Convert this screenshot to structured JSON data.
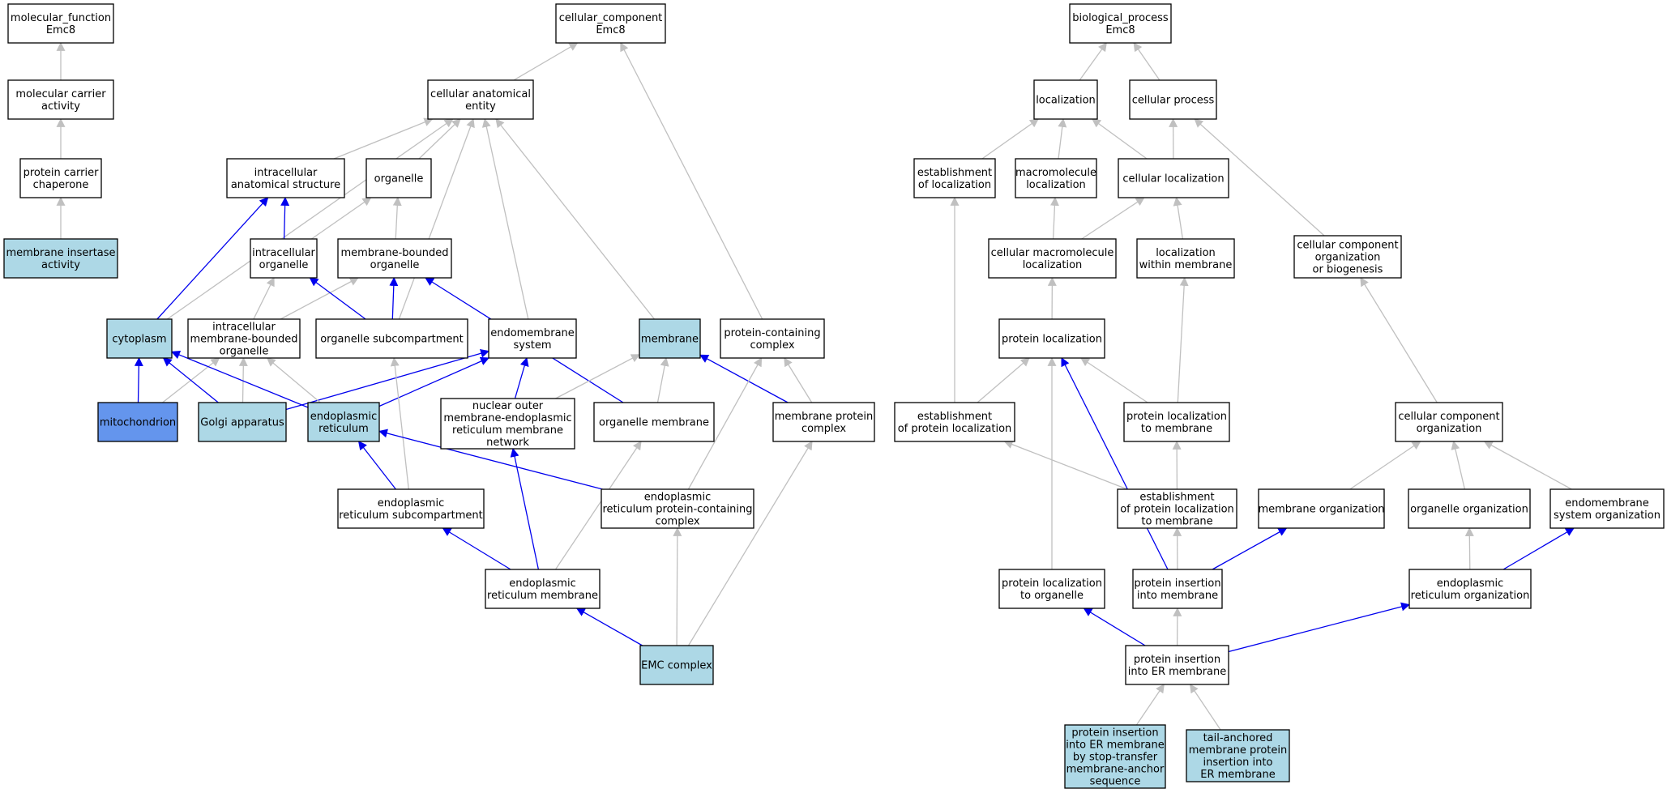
{
  "colors": {
    "node_default": "#ffffff",
    "node_annotated": "#add8e6",
    "node_highlight": "#6495ed",
    "edge_default": "#c0c0c0",
    "edge_highlight": "#0000ee",
    "node_border": "#000000"
  },
  "nodes": [
    {
      "id": "mf",
      "lines": [
        "molecular_function",
        "Emc8"
      ],
      "fill": "white"
    },
    {
      "id": "mca",
      "lines": [
        "molecular carrier",
        "activity"
      ],
      "fill": "white"
    },
    {
      "id": "pcc",
      "lines": [
        "protein carrier",
        "chaperone"
      ],
      "fill": "white"
    },
    {
      "id": "mia",
      "lines": [
        "membrane insertase",
        "activity"
      ],
      "fill": "annotated"
    },
    {
      "id": "cc",
      "lines": [
        "cellular_component",
        "Emc8"
      ],
      "fill": "white"
    },
    {
      "id": "cae",
      "lines": [
        "cellular anatomical",
        "entity"
      ],
      "fill": "white"
    },
    {
      "id": "ias",
      "lines": [
        "intracellular",
        "anatomical structure"
      ],
      "fill": "white"
    },
    {
      "id": "org",
      "lines": [
        "organelle"
      ],
      "fill": "white"
    },
    {
      "id": "io",
      "lines": [
        "intracellular",
        "organelle"
      ],
      "fill": "white"
    },
    {
      "id": "mbo",
      "lines": [
        "membrane-bounded",
        "organelle"
      ],
      "fill": "white"
    },
    {
      "id": "cyt",
      "lines": [
        "cytoplasm"
      ],
      "fill": "annotated"
    },
    {
      "id": "imbo",
      "lines": [
        "intracellular",
        "membrane-bounded",
        "organelle"
      ],
      "fill": "white"
    },
    {
      "id": "osc",
      "lines": [
        "organelle subcompartment"
      ],
      "fill": "white"
    },
    {
      "id": "ems",
      "lines": [
        "endomembrane",
        "system"
      ],
      "fill": "white"
    },
    {
      "id": "mem",
      "lines": [
        "membrane"
      ],
      "fill": "annotated"
    },
    {
      "id": "pcx",
      "lines": [
        "protein-containing",
        "complex"
      ],
      "fill": "white"
    },
    {
      "id": "mito",
      "lines": [
        "mitochondrion"
      ],
      "fill": "highlight"
    },
    {
      "id": "golgi",
      "lines": [
        "Golgi apparatus"
      ],
      "fill": "annotated"
    },
    {
      "id": "er",
      "lines": [
        "endoplasmic",
        "reticulum"
      ],
      "fill": "annotated"
    },
    {
      "id": "nom",
      "lines": [
        "nuclear outer",
        "membrane-endoplasmic",
        "reticulum membrane",
        "network"
      ],
      "fill": "white"
    },
    {
      "id": "om",
      "lines": [
        "organelle membrane"
      ],
      "fill": "white"
    },
    {
      "id": "mpc",
      "lines": [
        "membrane protein",
        "complex"
      ],
      "fill": "white"
    },
    {
      "id": "ersc",
      "lines": [
        "endoplasmic",
        "reticulum subcompartment"
      ],
      "fill": "white"
    },
    {
      "id": "erpc",
      "lines": [
        "endoplasmic",
        "reticulum protein-containing",
        "complex"
      ],
      "fill": "white"
    },
    {
      "id": "erm",
      "lines": [
        "endoplasmic",
        "reticulum membrane"
      ],
      "fill": "white"
    },
    {
      "id": "emc",
      "lines": [
        "EMC complex"
      ],
      "fill": "annotated"
    },
    {
      "id": "bp",
      "lines": [
        "biological_process",
        "Emc8"
      ],
      "fill": "white"
    },
    {
      "id": "loc",
      "lines": [
        "localization"
      ],
      "fill": "white"
    },
    {
      "id": "cp",
      "lines": [
        "cellular process"
      ],
      "fill": "white"
    },
    {
      "id": "eol",
      "lines": [
        "establishment",
        "of localization"
      ],
      "fill": "white"
    },
    {
      "id": "mml",
      "lines": [
        "macromolecule",
        "localization"
      ],
      "fill": "white"
    },
    {
      "id": "cl",
      "lines": [
        "cellular localization"
      ],
      "fill": "white"
    },
    {
      "id": "cmml",
      "lines": [
        "cellular macromolecule",
        "localization"
      ],
      "fill": "white"
    },
    {
      "id": "lwm",
      "lines": [
        "localization",
        "within membrane"
      ],
      "fill": "white"
    },
    {
      "id": "ccob",
      "lines": [
        "cellular component",
        "organization",
        "or biogenesis"
      ],
      "fill": "white"
    },
    {
      "id": "pl",
      "lines": [
        "protein localization"
      ],
      "fill": "white"
    },
    {
      "id": "epl",
      "lines": [
        "establishment",
        "of protein localization"
      ],
      "fill": "white"
    },
    {
      "id": "pltm",
      "lines": [
        "protein localization",
        "to membrane"
      ],
      "fill": "white"
    },
    {
      "id": "cco",
      "lines": [
        "cellular component",
        "organization"
      ],
      "fill": "white"
    },
    {
      "id": "epltm",
      "lines": [
        "establishment",
        "of protein localization",
        "to membrane"
      ],
      "fill": "white"
    },
    {
      "id": "mo",
      "lines": [
        "membrane organization"
      ],
      "fill": "white"
    },
    {
      "id": "oo",
      "lines": [
        "organelle organization"
      ],
      "fill": "white"
    },
    {
      "id": "emso",
      "lines": [
        "endomembrane",
        "system organization"
      ],
      "fill": "white"
    },
    {
      "id": "plto",
      "lines": [
        "protein localization",
        "to organelle"
      ],
      "fill": "white"
    },
    {
      "id": "pim",
      "lines": [
        "protein insertion",
        "into membrane"
      ],
      "fill": "white"
    },
    {
      "id": "ero",
      "lines": [
        "endoplasmic",
        "reticulum organization"
      ],
      "fill": "white"
    },
    {
      "id": "pierm",
      "lines": [
        "protein insertion",
        "into ER membrane"
      ],
      "fill": "white"
    },
    {
      "id": "piest",
      "lines": [
        "protein insertion",
        "into ER membrane",
        "by stop-transfer",
        "membrane-anchor",
        "sequence"
      ],
      "fill": "annotated"
    },
    {
      "id": "tamp",
      "lines": [
        "tail-anchored",
        "membrane protein",
        "insertion into",
        "ER membrane"
      ],
      "fill": "annotated"
    }
  ],
  "edges": [
    {
      "from": "mca",
      "to": "mf",
      "kind": "default"
    },
    {
      "from": "pcc",
      "to": "mca",
      "kind": "default"
    },
    {
      "from": "mia",
      "to": "pcc",
      "kind": "default"
    },
    {
      "from": "cae",
      "to": "cc",
      "kind": "default"
    },
    {
      "from": "pcx",
      "to": "cc",
      "kind": "default"
    },
    {
      "from": "ias",
      "to": "cae",
      "kind": "default"
    },
    {
      "from": "org",
      "to": "cae",
      "kind": "default"
    },
    {
      "from": "cyt",
      "to": "cae",
      "kind": "default"
    },
    {
      "from": "osc",
      "to": "cae",
      "kind": "default"
    },
    {
      "from": "ems",
      "to": "cae",
      "kind": "default"
    },
    {
      "from": "mem",
      "to": "cae",
      "kind": "default"
    },
    {
      "from": "io",
      "to": "ias",
      "kind": "highlight"
    },
    {
      "from": "io",
      "to": "org",
      "kind": "default"
    },
    {
      "from": "mbo",
      "to": "org",
      "kind": "default"
    },
    {
      "from": "cyt",
      "to": "ias",
      "kind": "highlight"
    },
    {
      "from": "imbo",
      "to": "io",
      "kind": "default"
    },
    {
      "from": "imbo",
      "to": "mbo",
      "kind": "default"
    },
    {
      "from": "osc",
      "to": "io",
      "kind": "highlight"
    },
    {
      "from": "osc",
      "to": "mbo",
      "kind": "highlight"
    },
    {
      "from": "om",
      "to": "mbo",
      "kind": "highlight"
    },
    {
      "from": "mito",
      "to": "cyt",
      "kind": "highlight"
    },
    {
      "from": "mito",
      "to": "imbo",
      "kind": "default"
    },
    {
      "from": "golgi",
      "to": "cyt",
      "kind": "highlight"
    },
    {
      "from": "golgi",
      "to": "imbo",
      "kind": "default"
    },
    {
      "from": "golgi",
      "to": "ems",
      "kind": "highlight"
    },
    {
      "from": "er",
      "to": "cyt",
      "kind": "highlight"
    },
    {
      "from": "er",
      "to": "imbo",
      "kind": "default"
    },
    {
      "from": "er",
      "to": "ems",
      "kind": "highlight"
    },
    {
      "from": "nom",
      "to": "ems",
      "kind": "highlight"
    },
    {
      "from": "nom",
      "to": "mem",
      "kind": "default"
    },
    {
      "from": "om",
      "to": "mem",
      "kind": "default"
    },
    {
      "from": "mpc",
      "to": "mem",
      "kind": "highlight"
    },
    {
      "from": "mpc",
      "to": "pcx",
      "kind": "default"
    },
    {
      "from": "ersc",
      "to": "er",
      "kind": "highlight"
    },
    {
      "from": "ersc",
      "to": "osc",
      "kind": "default"
    },
    {
      "from": "erpc",
      "to": "er",
      "kind": "highlight"
    },
    {
      "from": "erpc",
      "to": "pcx",
      "kind": "default"
    },
    {
      "from": "erm",
      "to": "ersc",
      "kind": "highlight"
    },
    {
      "from": "erm",
      "to": "nom",
      "kind": "highlight"
    },
    {
      "from": "erm",
      "to": "om",
      "kind": "default"
    },
    {
      "from": "emc",
      "to": "erm",
      "kind": "highlight"
    },
    {
      "from": "emc",
      "to": "erpc",
      "kind": "default"
    },
    {
      "from": "emc",
      "to": "mpc",
      "kind": "default"
    },
    {
      "from": "loc",
      "to": "bp",
      "kind": "default"
    },
    {
      "from": "cp",
      "to": "bp",
      "kind": "default"
    },
    {
      "from": "eol",
      "to": "loc",
      "kind": "default"
    },
    {
      "from": "mml",
      "to": "loc",
      "kind": "default"
    },
    {
      "from": "cl",
      "to": "loc",
      "kind": "default"
    },
    {
      "from": "cl",
      "to": "cp",
      "kind": "default"
    },
    {
      "from": "ccob",
      "to": "cp",
      "kind": "default"
    },
    {
      "from": "cmml",
      "to": "mml",
      "kind": "default"
    },
    {
      "from": "cmml",
      "to": "cl",
      "kind": "default"
    },
    {
      "from": "lwm",
      "to": "cl",
      "kind": "default"
    },
    {
      "from": "pl",
      "to": "cmml",
      "kind": "default"
    },
    {
      "from": "epl",
      "to": "eol",
      "kind": "default"
    },
    {
      "from": "epl",
      "to": "pl",
      "kind": "default"
    },
    {
      "from": "pltm",
      "to": "pl",
      "kind": "default"
    },
    {
      "from": "pltm",
      "to": "lwm",
      "kind": "default"
    },
    {
      "from": "cco",
      "to": "ccob",
      "kind": "default"
    },
    {
      "from": "epltm",
      "to": "epl",
      "kind": "default"
    },
    {
      "from": "epltm",
      "to": "pltm",
      "kind": "default"
    },
    {
      "from": "mo",
      "to": "cco",
      "kind": "default"
    },
    {
      "from": "oo",
      "to": "cco",
      "kind": "default"
    },
    {
      "from": "emso",
      "to": "cco",
      "kind": "default"
    },
    {
      "from": "plto",
      "to": "pl",
      "kind": "default"
    },
    {
      "from": "pim",
      "to": "pl",
      "kind": "highlight"
    },
    {
      "from": "pim",
      "to": "epltm",
      "kind": "default"
    },
    {
      "from": "pim",
      "to": "mo",
      "kind": "highlight"
    },
    {
      "from": "ero",
      "to": "oo",
      "kind": "default"
    },
    {
      "from": "ero",
      "to": "emso",
      "kind": "highlight"
    },
    {
      "from": "pierm",
      "to": "plto",
      "kind": "highlight"
    },
    {
      "from": "pierm",
      "to": "pim",
      "kind": "default"
    },
    {
      "from": "pierm",
      "to": "ero",
      "kind": "highlight"
    },
    {
      "from": "piest",
      "to": "pierm",
      "kind": "default"
    },
    {
      "from": "tamp",
      "to": "pierm",
      "kind": "default"
    }
  ]
}
